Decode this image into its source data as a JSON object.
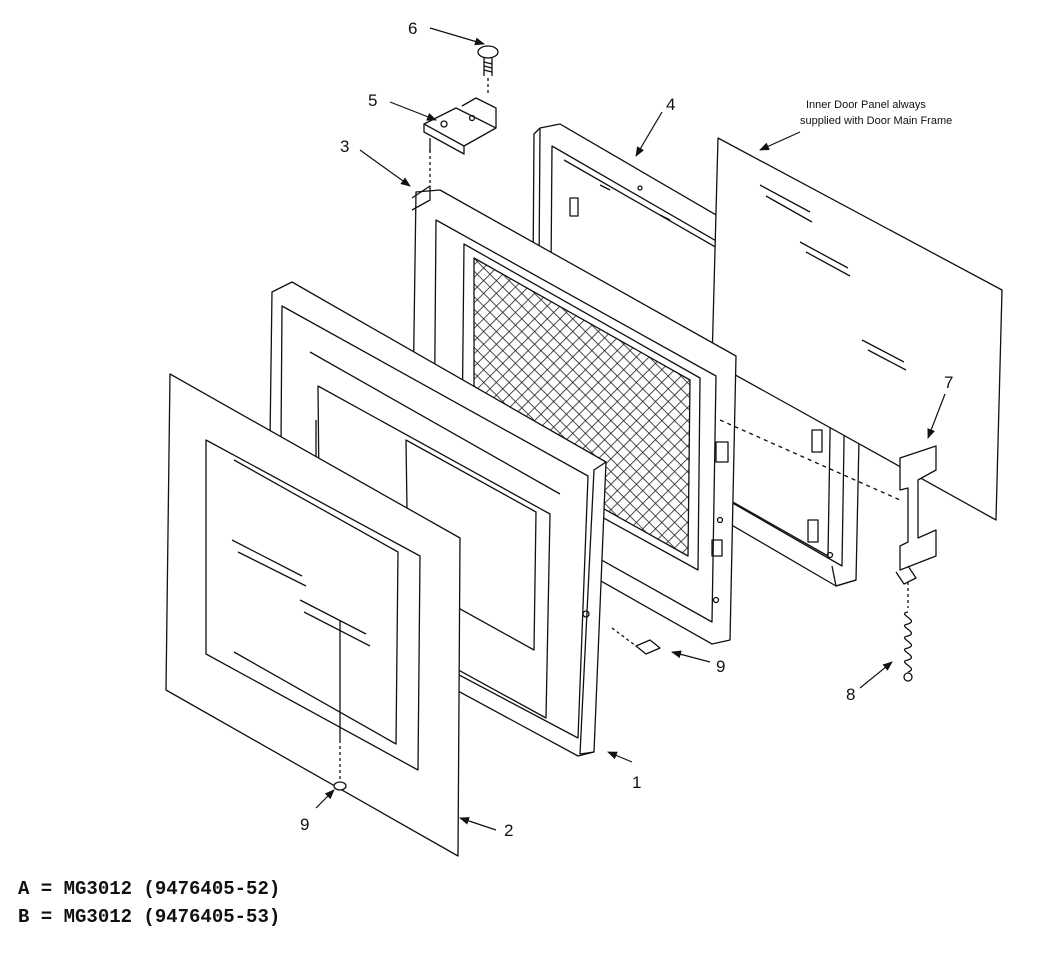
{
  "callouts": {
    "c1": "1",
    "c2": "2",
    "c3": "3",
    "c4": "4",
    "c5": "5",
    "c6": "6",
    "c7": "7",
    "c8": "8",
    "c9a": "9",
    "c9b": "9"
  },
  "note": {
    "line1": "Inner Door Panel always",
    "line2": "supplied with Door Main Frame"
  },
  "models": [
    "A = MG3012 (9476405-52)",
    "B = MG3012 (9476405-53)"
  ]
}
